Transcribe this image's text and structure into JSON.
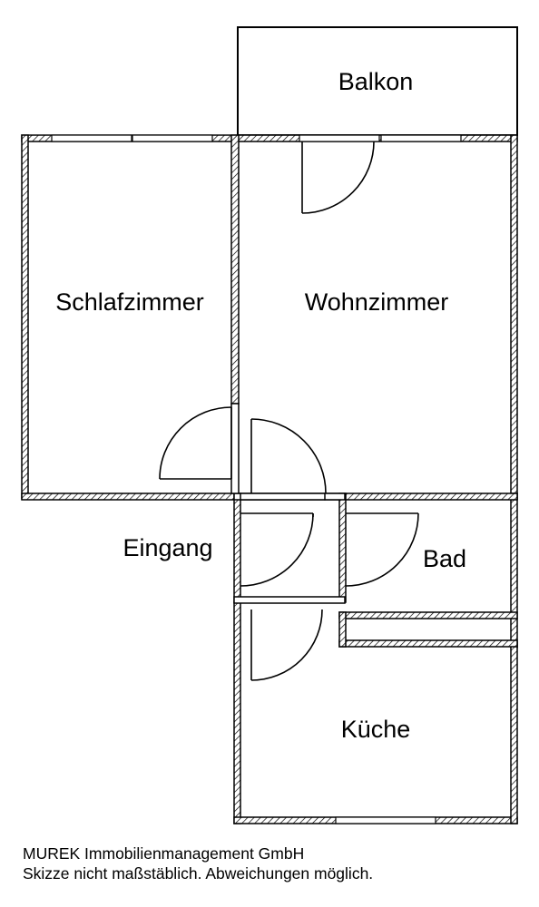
{
  "rooms": {
    "balkon": "Balkon",
    "schlafzimmer": "Schlafzimmer",
    "wohnzimmer": "Wohnzimmer",
    "eingang": "Eingang",
    "bad": "Bad",
    "kueche": "Küche"
  },
  "footer": {
    "company": "MUREK Immobilienmanagement GmbH",
    "disclaimer": "Skizze nicht maßstäblich. Abweichungen möglich."
  },
  "colors": {
    "wall_line": "#000000",
    "wall_hatch": "#000000",
    "background": "#ffffff"
  }
}
